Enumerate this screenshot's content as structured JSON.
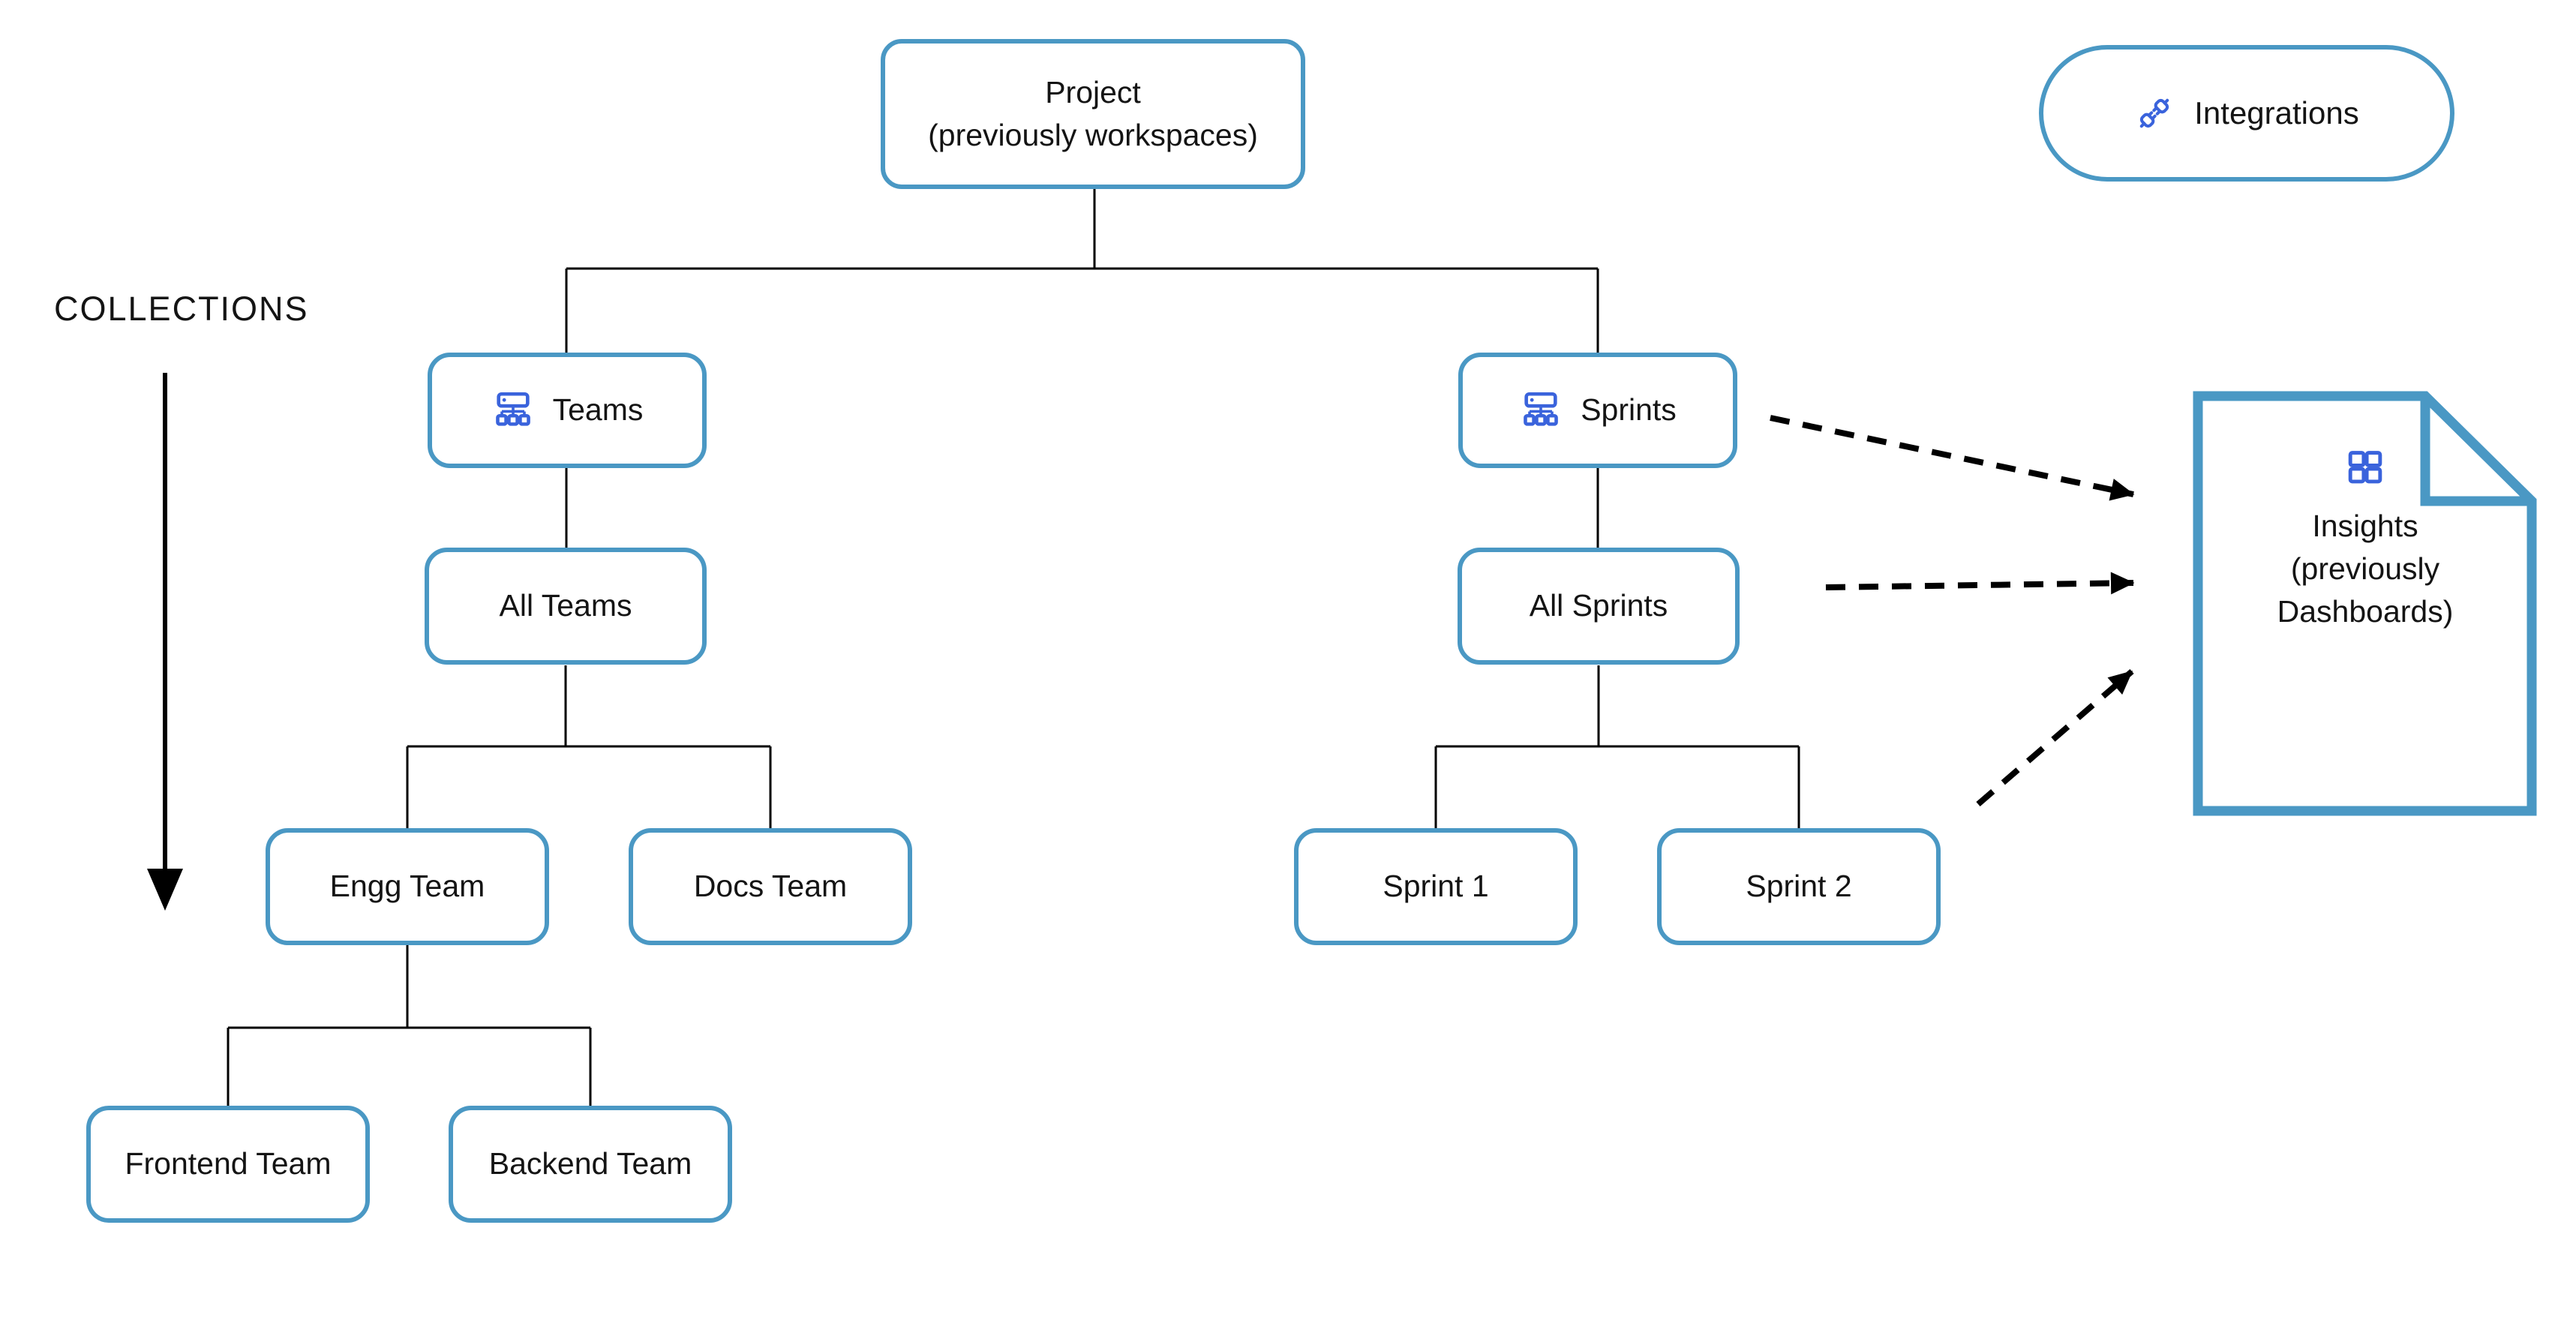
{
  "labels": {
    "collections": "COLLECTIONS"
  },
  "nodes": {
    "project": {
      "lines": [
        "Project",
        "(previously workspaces)"
      ]
    },
    "teams": {
      "label": "Teams",
      "icon": "org-chart-icon"
    },
    "sprints": {
      "label": "Sprints",
      "icon": "org-chart-icon"
    },
    "all_teams": {
      "label": "All Teams"
    },
    "all_sprints": {
      "label": "All Sprints"
    },
    "engg_team": {
      "label": "Engg Team"
    },
    "docs_team": {
      "label": "Docs Team"
    },
    "sprint_1": {
      "label": "Sprint 1"
    },
    "sprint_2": {
      "label": "Sprint 2"
    },
    "frontend_team": {
      "label": "Frontend Team"
    },
    "backend_team": {
      "label": "Backend Team"
    }
  },
  "integrations": {
    "label": "Integrations",
    "icon": "plug-connection-icon"
  },
  "insights": {
    "lines": [
      "Insights",
      "(previously",
      "Dashboards)"
    ],
    "icon": "dashboard-grid-icon"
  },
  "theme": {
    "box_border": "#4A98C4",
    "icon_blue": "#3A63DC",
    "line_color": "#000000",
    "text_color": "#141414",
    "background": "#FFFFFF"
  }
}
